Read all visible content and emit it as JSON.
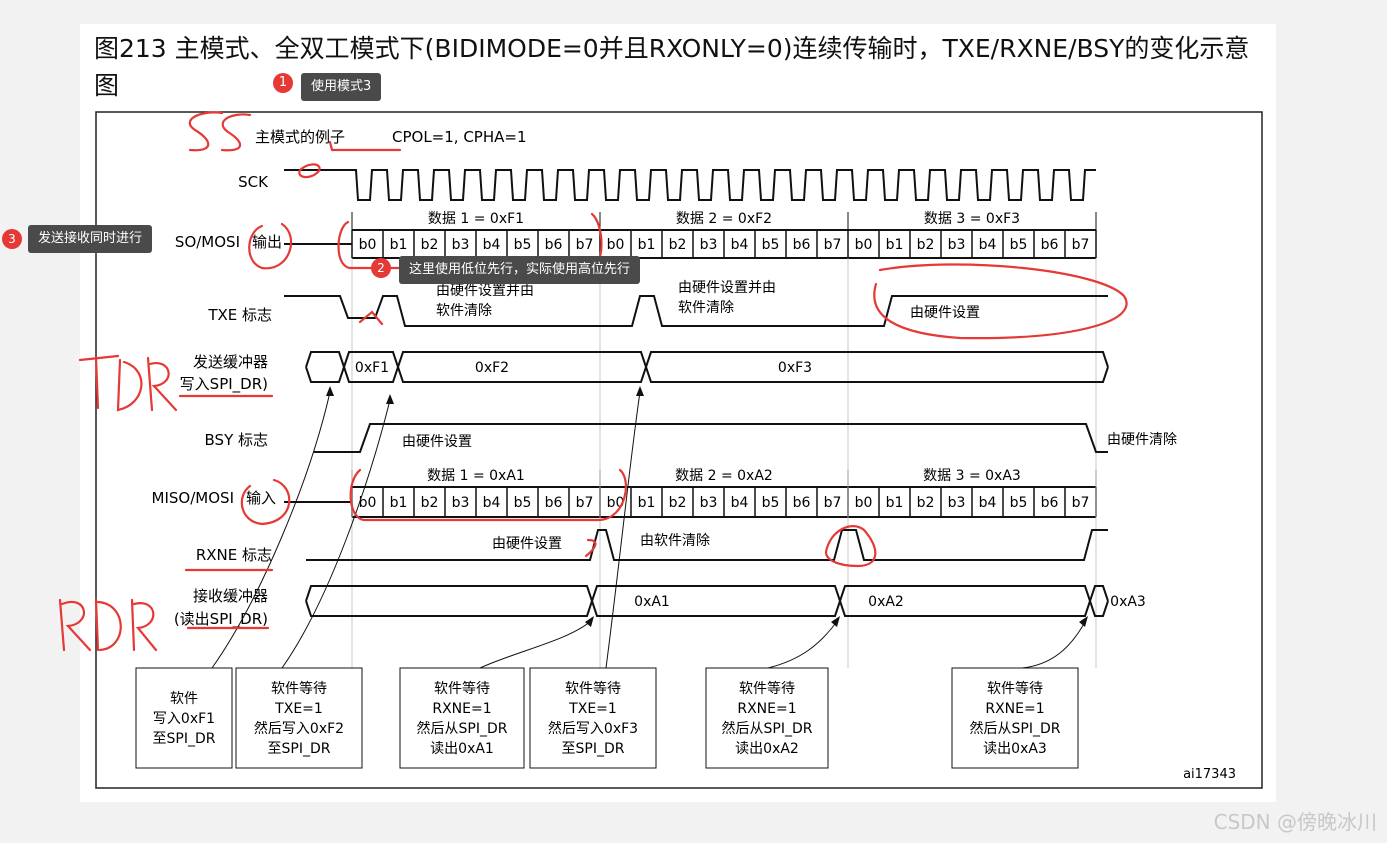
{
  "title": "图213    主模式、全双工模式下(BIDIMODE=0并且RXONLY=0)连续传输时，TXE/RXNE/BSY的变化示意图",
  "tooltips": [
    {
      "badge": "1",
      "text": "使用模式3"
    },
    {
      "badge": "2",
      "text": "这里使用低位先行，实际使用高位先行"
    },
    {
      "badge": "3",
      "text": "发送接收同时进行"
    }
  ],
  "diagram": {
    "mode_label": "主模式的例子",
    "mode_params": "CPOL=1, CPHA=1",
    "signals": {
      "sck": "SCK",
      "mosi": "SO/MOSI",
      "mosi_suffix": "输出",
      "txe": "TXE 标志",
      "tx_buffer_1": "发送缓冲器",
      "tx_buffer_2": "写入SPI_DR)",
      "bsy": "BSY 标志",
      "miso": "MISO/MOSI",
      "miso_suffix": "输入",
      "rxne": "RXNE 标志",
      "rx_buffer_1": "接收缓冲器",
      "rx_buffer_2": "(读出SPI_DR)"
    },
    "bits": [
      "b0",
      "b1",
      "b2",
      "b3",
      "b4",
      "b5",
      "b6",
      "b7"
    ],
    "tx_frames": [
      "数据 1 = 0xF1",
      "数据 2 = 0xF2",
      "数据 3 = 0xF3"
    ],
    "rx_frames": [
      "数据 1 = 0xA1",
      "数据 2 = 0xA2",
      "数据 3 = 0xA3"
    ],
    "tx_buffer_values": [
      "0xF1",
      "0xF2",
      "0xF3"
    ],
    "rx_buffer_values": [
      "0xA1",
      "0xA2",
      "0xA3"
    ],
    "annotations": {
      "txe_set_clear_1": "由硬件设置并由",
      "txe_set_clear_2": "软件清除",
      "txe_set": "由硬件设置",
      "bsy_set": "由硬件设置",
      "bsy_clear": "由硬件清除",
      "rxne_set": "由硬件设置",
      "rxne_clear": "由软件清除"
    },
    "boxes": [
      [
        "软件",
        "写入0xF1",
        "至SPI_DR"
      ],
      [
        "软件等待",
        "TXE=1",
        "然后写入0xF2",
        "至SPI_DR"
      ],
      [
        "软件等待",
        "RXNE=1",
        "然后从SPI_DR",
        "读出0xA1"
      ],
      [
        "软件等待",
        "TXE=1",
        "然后写入0xF3",
        "至SPI_DR"
      ],
      [
        "软件等待",
        "RXNE=1",
        "然后从SPI_DR",
        "读出0xA2"
      ],
      [
        "软件等待",
        "RXNE=1",
        "然后从SPI_DR",
        "读出0xA3"
      ]
    ],
    "figure_id": "ai17343"
  },
  "handwriting": [
    "SS",
    "TDR",
    "RDR"
  ],
  "watermark": "CSDN @傍晚冰川",
  "colors": {
    "annotation": "#e53935",
    "line": "#111111",
    "tooltip": "#4a4a4a"
  }
}
